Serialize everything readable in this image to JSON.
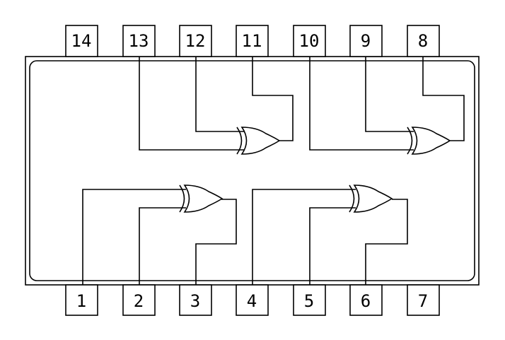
{
  "pins": {
    "top": [
      "14",
      "13",
      "12",
      "11",
      "10",
      "9",
      "8"
    ],
    "bottom": [
      "1",
      "2",
      "3",
      "4",
      "5",
      "6",
      "7"
    ]
  },
  "gates": [
    {
      "name": "xor-gate-a",
      "inputs": [
        "13",
        "12"
      ],
      "output": "11"
    },
    {
      "name": "xor-gate-b",
      "inputs": [
        "10",
        "9"
      ],
      "output": "8"
    },
    {
      "name": "xor-gate-c",
      "inputs": [
        "1",
        "2"
      ],
      "output": "3"
    },
    {
      "name": "xor-gate-d",
      "inputs": [
        "4",
        "5"
      ],
      "output": "6"
    }
  ],
  "colors": {
    "stroke": "#000000",
    "background": "#ffffff"
  }
}
